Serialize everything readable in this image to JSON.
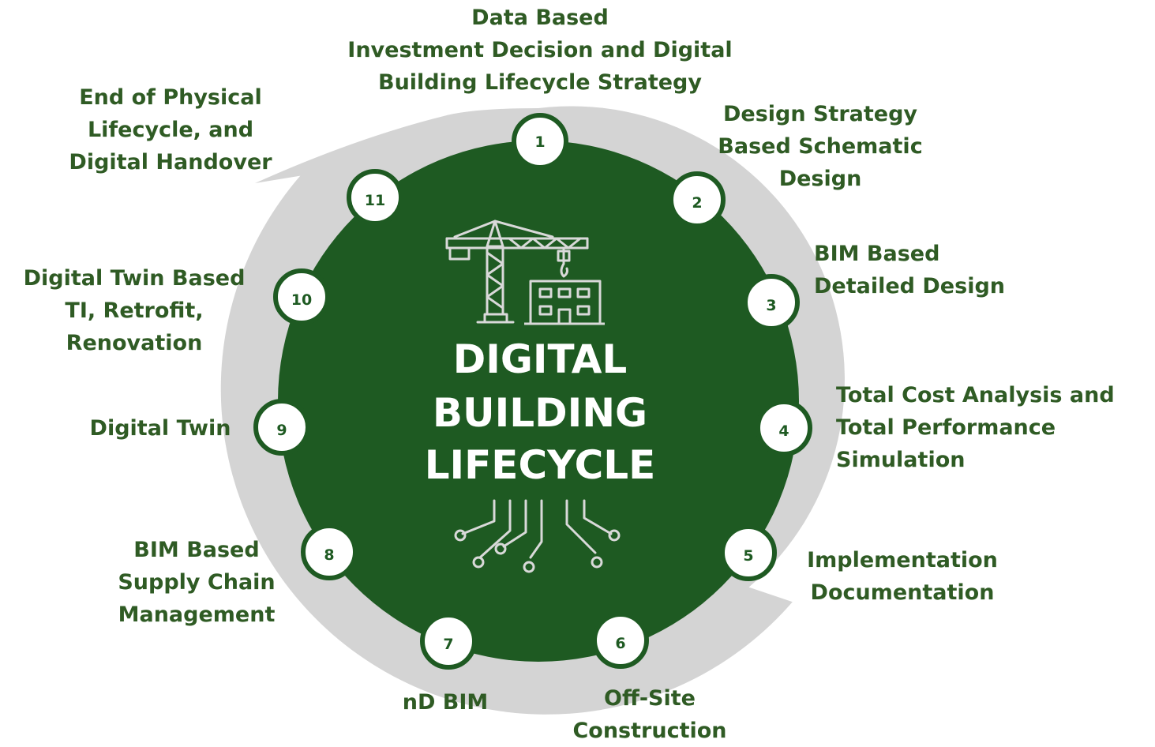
{
  "title_lines": [
    "DIGITAL",
    "BUILDING",
    "LIFECYCLE"
  ],
  "colors": {
    "core_green": "#1e5a22",
    "ring_gray": "#d4d4d4",
    "label_green": "#2f5b24",
    "white": "#ffffff"
  },
  "icons": [
    "construction-crane-icon",
    "building-icon",
    "circuit-roots-icon"
  ],
  "steps": [
    {
      "number": "1",
      "lines": [
        "Data Based",
        "Investment Decision and Digital",
        "Building Lifecycle Strategy"
      ]
    },
    {
      "number": "2",
      "lines": [
        "Design Strategy",
        "Based Schematic",
        "Design"
      ]
    },
    {
      "number": "3",
      "lines": [
        "BIM Based",
        "Detailed Design"
      ]
    },
    {
      "number": "4",
      "lines": [
        "Total Cost Analysis and",
        "Total Performance",
        "Simulation"
      ]
    },
    {
      "number": "5",
      "lines": [
        "Implementation",
        "Documentation"
      ]
    },
    {
      "number": "6",
      "lines": [
        "Off-Site",
        "Construction"
      ]
    },
    {
      "number": "7",
      "lines": [
        "nD BIM"
      ]
    },
    {
      "number": "8",
      "lines": [
        "BIM Based",
        "Supply Chain",
        "Management"
      ]
    },
    {
      "number": "9",
      "lines": [
        "Digital Twin"
      ]
    },
    {
      "number": "10",
      "lines": [
        "Digital Twin Based",
        "TI, Retrofit,",
        "Renovation"
      ]
    },
    {
      "number": "11",
      "lines": [
        "End of Physical",
        "Lifecycle, and",
        "Digital Handover"
      ]
    }
  ]
}
